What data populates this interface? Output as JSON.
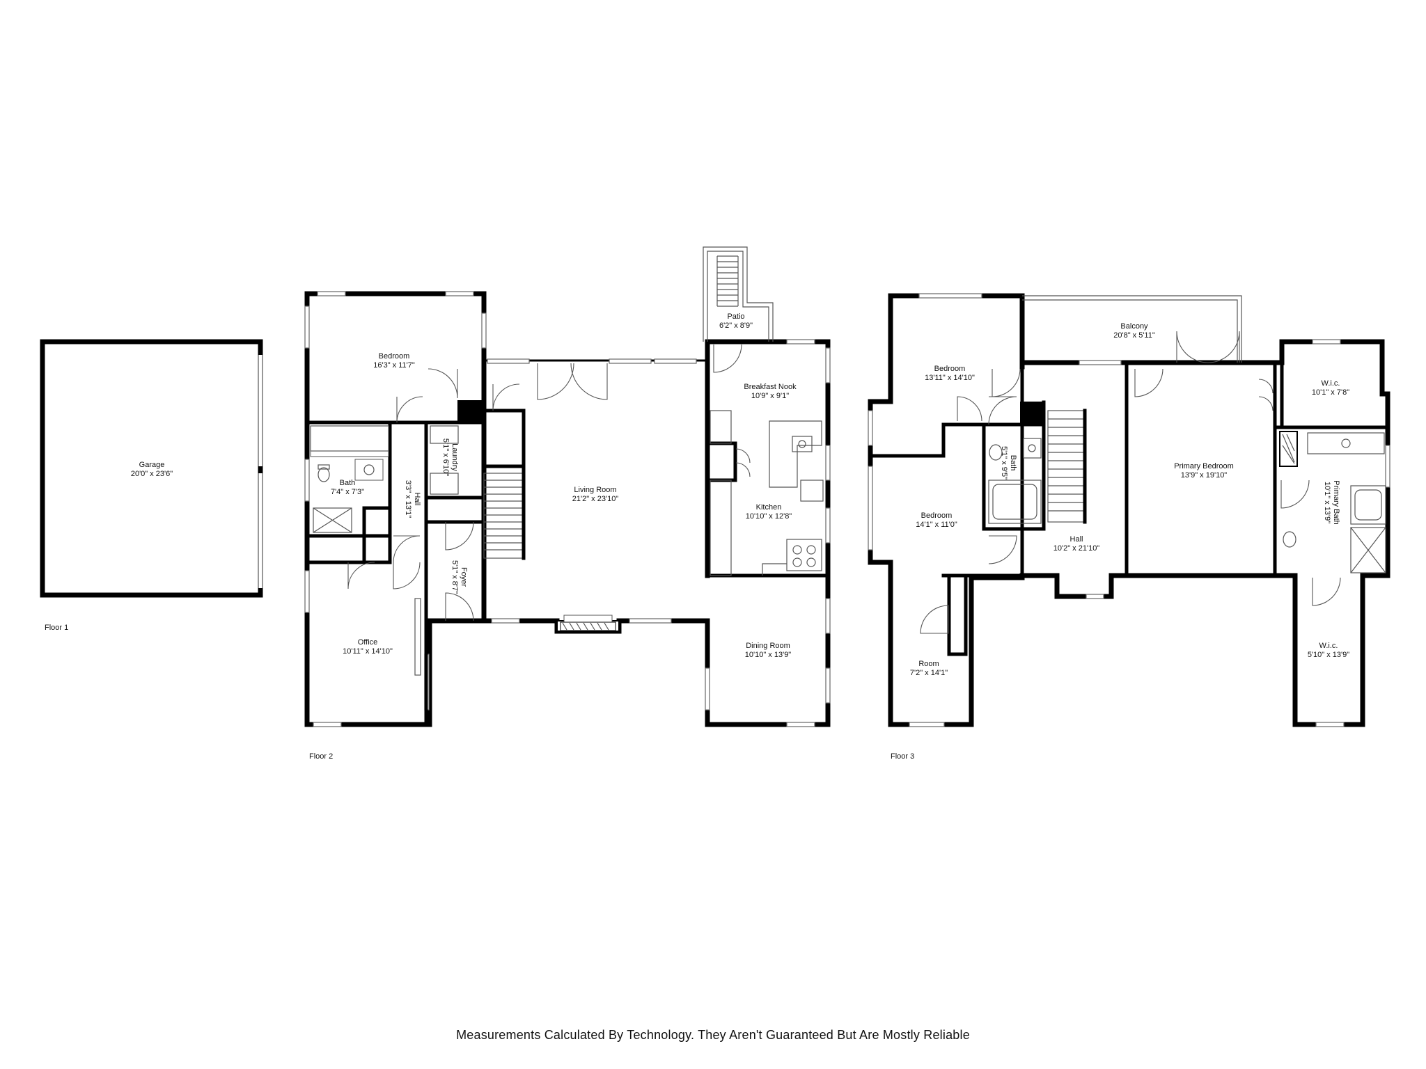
{
  "rooms": {
    "garage": {
      "name": "Garage",
      "dim": "20'0\" x 23'6\""
    },
    "bedroom_f2": {
      "name": "Bedroom",
      "dim": "16'3\" x 11'7\""
    },
    "laundry": {
      "name": "Laundry",
      "dim": "5'1\" x 6'10\""
    },
    "bath_f2": {
      "name": "Bath",
      "dim": "7'4\" x 7'3\""
    },
    "hall_f2": {
      "name": "Hall",
      "dim": "3'3\" x 13'1\""
    },
    "foyer": {
      "name": "Foyer",
      "dim": "5'1\" x 8'7\""
    },
    "office": {
      "name": "Office",
      "dim": "10'11\" x 14'10\""
    },
    "living_room": {
      "name": "Living Room",
      "dim": "21'2\" x 23'10\""
    },
    "patio": {
      "name": "Patio",
      "dim": "6'2\" x 8'9\""
    },
    "breakfast_nook": {
      "name": "Breakfast Nook",
      "dim": "10'9\" x 9'1\""
    },
    "kitchen": {
      "name": "Kitchen",
      "dim": "10'10\" x 12'8\""
    },
    "dining_room": {
      "name": "Dining Room",
      "dim": "10'10\" x 13'9\""
    },
    "bedroom_f3_a": {
      "name": "Bedroom",
      "dim": "13'11\" x 14'10\""
    },
    "balcony": {
      "name": "Balcony",
      "dim": "20'8\" x 5'11\""
    },
    "bath_f3": {
      "name": "Bath",
      "dim": "5'1\" x 9'5\""
    },
    "hall_f3": {
      "name": "Hall",
      "dim": "10'2\" x 21'10\""
    },
    "bedroom_f3_b": {
      "name": "Bedroom",
      "dim": "14'1\" x 11'0\""
    },
    "room_f3": {
      "name": "Room",
      "dim": "7'2\" x 14'1\""
    },
    "primary_bedroom": {
      "name": "Primary Bedroom",
      "dim": "13'9\" x 19'10\""
    },
    "wic_top": {
      "name": "W.i.c.",
      "dim": "10'1\" x 7'8\""
    },
    "primary_bath": {
      "name": "Primary Bath",
      "dim": "10'1\" x 13'9\""
    },
    "wic_bottom": {
      "name": "W.i.c.",
      "dim": "5'10\" x 13'9\""
    }
  },
  "floors": {
    "floor1": "Floor 1",
    "floor2": "Floor 2",
    "floor3": "Floor 3"
  },
  "disclaimer": "Measurements Calculated By Technology. They Aren't Guaranteed But Are Mostly Reliable"
}
